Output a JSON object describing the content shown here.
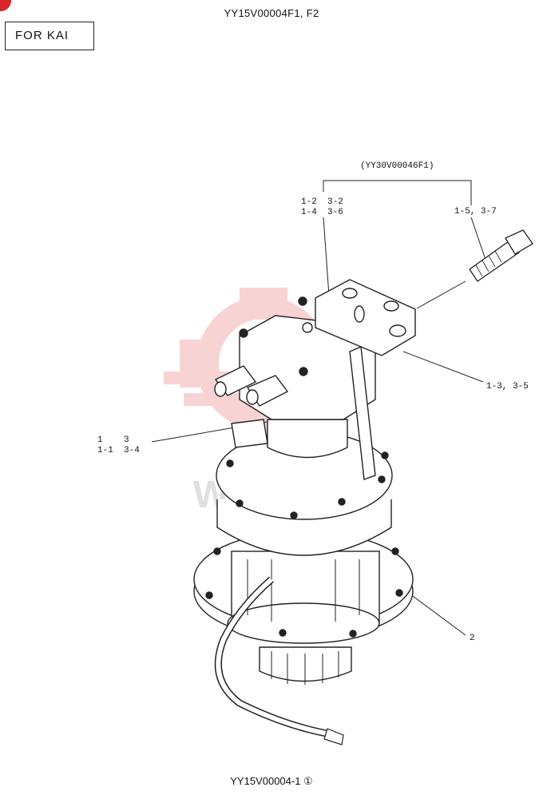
{
  "header": {
    "title": "YY15V00004F1, F2",
    "for_label": "FOR  KAI"
  },
  "footer": {
    "code": "YY15V00004-1 ①"
  },
  "callouts": {
    "subassembly": "(YY30V00046F1)",
    "group_a_line1": "1-2  3-2",
    "group_a_line2": "1-4  3-6",
    "bolt": "1-5, 3-7",
    "valve": "1-3, 3-5",
    "motor_line1": "1    3",
    "motor_line2": "1-1  3-4",
    "reducer": "2"
  },
  "watermark": {
    "text": "WHITEX",
    "color": "#e03a3a"
  },
  "colors": {
    "badge": "#d8262c",
    "ink": "#111111"
  }
}
